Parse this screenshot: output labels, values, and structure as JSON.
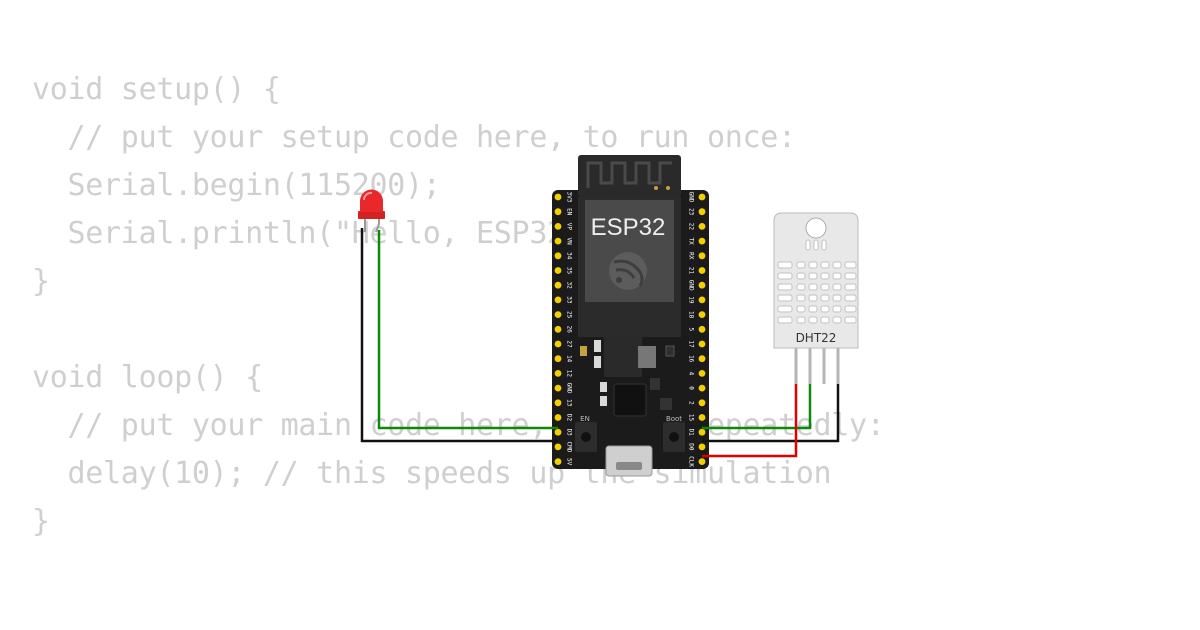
{
  "code_lines": [
    "void setup() {",
    "  // put your setup code here, to run once:",
    "  Serial.begin(115200);",
    "  Serial.println(\"Hello, ESP32!\");",
    "}",
    "",
    "void loop() {",
    "  // put your main code here, to run repeatedly:",
    "  delay(10); // this speeds up the simulation",
    "}"
  ],
  "esp32": {
    "chip_label": "ESP32",
    "en_label": "EN",
    "boot_label": "Boot",
    "left_pins": [
      "3V3",
      "EN",
      "VP",
      "VN",
      "34",
      "35",
      "32",
      "33",
      "25",
      "26",
      "27",
      "14",
      "12",
      "GND",
      "13",
      "D2",
      "D3",
      "CMD",
      "5V"
    ],
    "right_pins": [
      "GND",
      "23",
      "22",
      "TX",
      "RX",
      "21",
      "GND",
      "19",
      "18",
      "5",
      "17",
      "16",
      "4",
      "0",
      "2",
      "15",
      "D1",
      "D0",
      "CLK"
    ]
  },
  "sensor": {
    "label": "DHT22"
  },
  "colors": {
    "code_text": "#cfcfcf",
    "board": "#1b1b1b",
    "header_pin": "#f5d000",
    "wire_green": "#0a8a0a",
    "wire_black": "#111111",
    "wire_red": "#e00000",
    "led_red": "#e8282b"
  }
}
